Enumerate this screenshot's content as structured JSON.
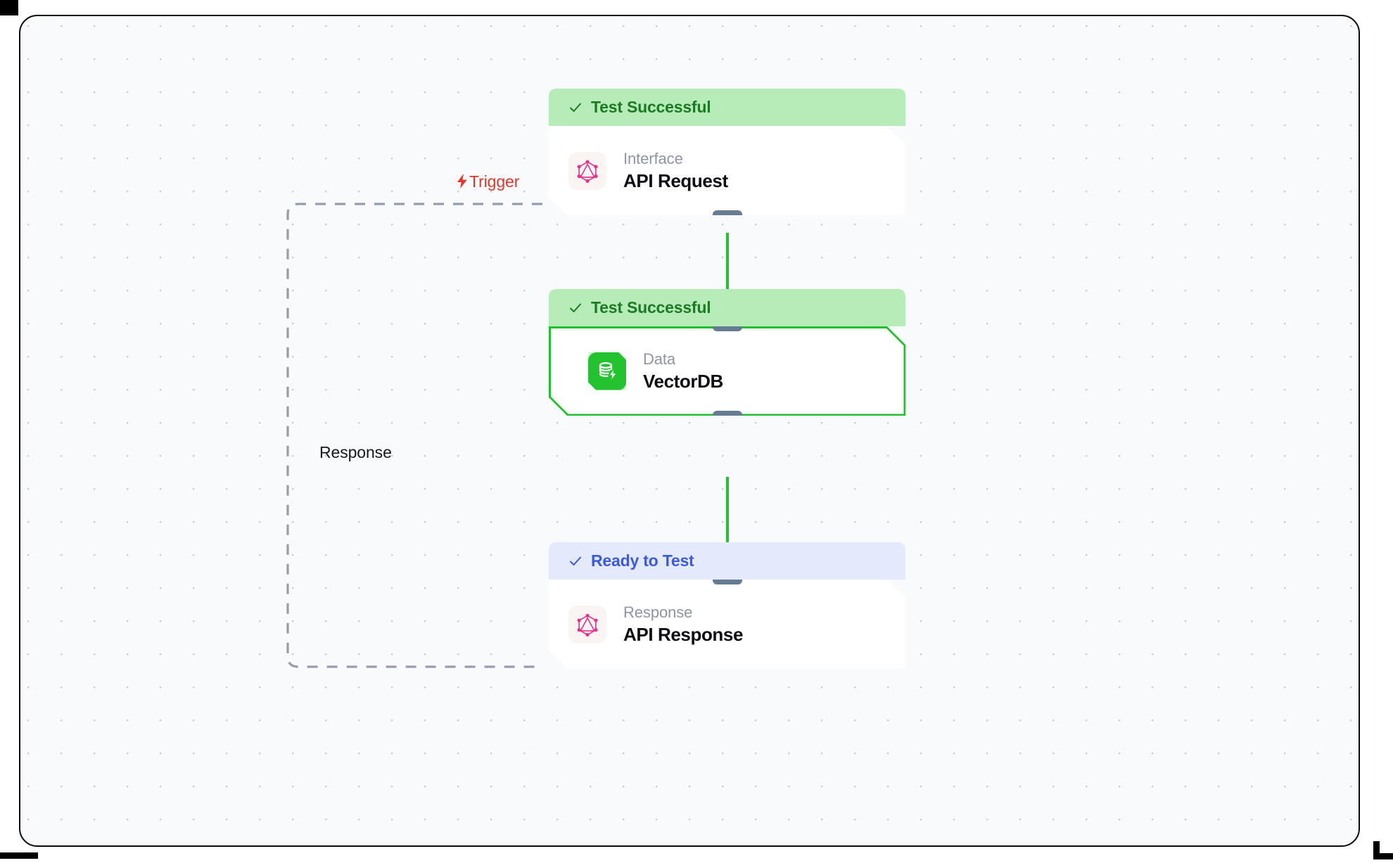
{
  "canvas": {
    "background_color": "#f8fafb",
    "dot_color": "#c9ccd4",
    "frame_border_color": "#0a0a0a"
  },
  "edges": [
    {
      "id": "request-to-vectordb",
      "style": "solid",
      "color": "#22c32f",
      "from": "api-request",
      "to": "vectordb"
    },
    {
      "id": "vectordb-to-response",
      "style": "solid",
      "color": "#22c32f",
      "from": "vectordb",
      "to": "api-response"
    },
    {
      "id": "trigger-edge",
      "style": "dashed",
      "color": "#8d94a6",
      "label": "Trigger",
      "icon": "lightning-bolt-icon",
      "label_color": "#e5352b"
    },
    {
      "id": "response-edge",
      "style": "dashed",
      "color": "#8d94a6",
      "label": "Response",
      "label_color": "#15181f"
    }
  ],
  "nodes": [
    {
      "id": "api-request",
      "status": {
        "label": "Test Successful",
        "icon": "check-icon",
        "variant": "success"
      },
      "kind": "Interface",
      "title": "API Request",
      "icon": "graphql-icon",
      "selected": false,
      "handles": {
        "top": false,
        "bottom": true
      }
    },
    {
      "id": "vectordb",
      "status": {
        "label": "Test Successful",
        "icon": "check-icon",
        "variant": "success"
      },
      "kind": "Data",
      "title": "VectorDB",
      "icon": "database-bolt-icon",
      "selected": true,
      "handles": {
        "top": true,
        "bottom": true
      }
    },
    {
      "id": "api-response",
      "status": {
        "label": "Ready to Test",
        "icon": "check-icon",
        "variant": "ready"
      },
      "kind": "Response",
      "title": "API Response",
      "icon": "graphql-icon",
      "selected": false,
      "handles": {
        "top": true,
        "bottom": false
      }
    }
  ],
  "colors": {
    "success_bg": "#b6ecb8",
    "success_fg": "#1d7a24",
    "ready_bg": "#e4e9fb",
    "ready_fg": "#3b5ae0",
    "edge_green": "#22c32f",
    "handle": "#667c93",
    "graphql_pink": "#e10098",
    "trigger_red": "#e5352b"
  }
}
